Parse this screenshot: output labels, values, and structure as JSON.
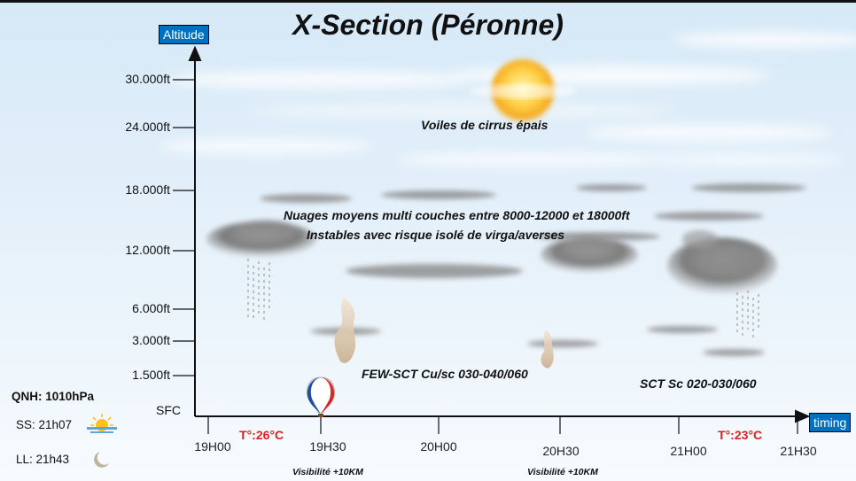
{
  "title": "X-Section (Péronne)",
  "y_axis": {
    "label": "Altitude",
    "ticks": [
      "30.000ft",
      "24.000ft",
      "18.000ft",
      "12.000ft",
      "6.000ft",
      "3.000ft",
      "1.500ft",
      "SFC"
    ]
  },
  "x_axis": {
    "label": "timing",
    "ticks": [
      "19H00",
      "19H30",
      "20H00",
      "20H30",
      "21H00",
      "21H30"
    ]
  },
  "annotations": {
    "cirrus": "Voiles de cirrus épais",
    "mid_line1": "Nuages moyens multi couches entre 8000-12000 et 18000ft",
    "mid_line2": "Instables avec risque isolé de virga/averses",
    "cu": "FEW-SCT Cu/sc 030-040/060",
    "sc": "SCT Sc 020-030/060"
  },
  "temps": {
    "start": "T°:26°C",
    "end": "T°:23°C"
  },
  "visibility": {
    "first": "Visibilité +10KM",
    "second": "Visibilité +10KM"
  },
  "info": {
    "qnh": "QNH: 1010hPa",
    "sunset": "SS: 21h07",
    "moon": "LL: 21h43"
  },
  "colors": {
    "axis_box": "#0070c0",
    "temp": "#e02020",
    "sky": "#dcecf8",
    "cloud": "#8c8c8c"
  },
  "icons": [
    "sun-icon",
    "balloon-icon",
    "sunset-icon",
    "moon-icon",
    "cloud-icon",
    "rain-icon"
  ]
}
